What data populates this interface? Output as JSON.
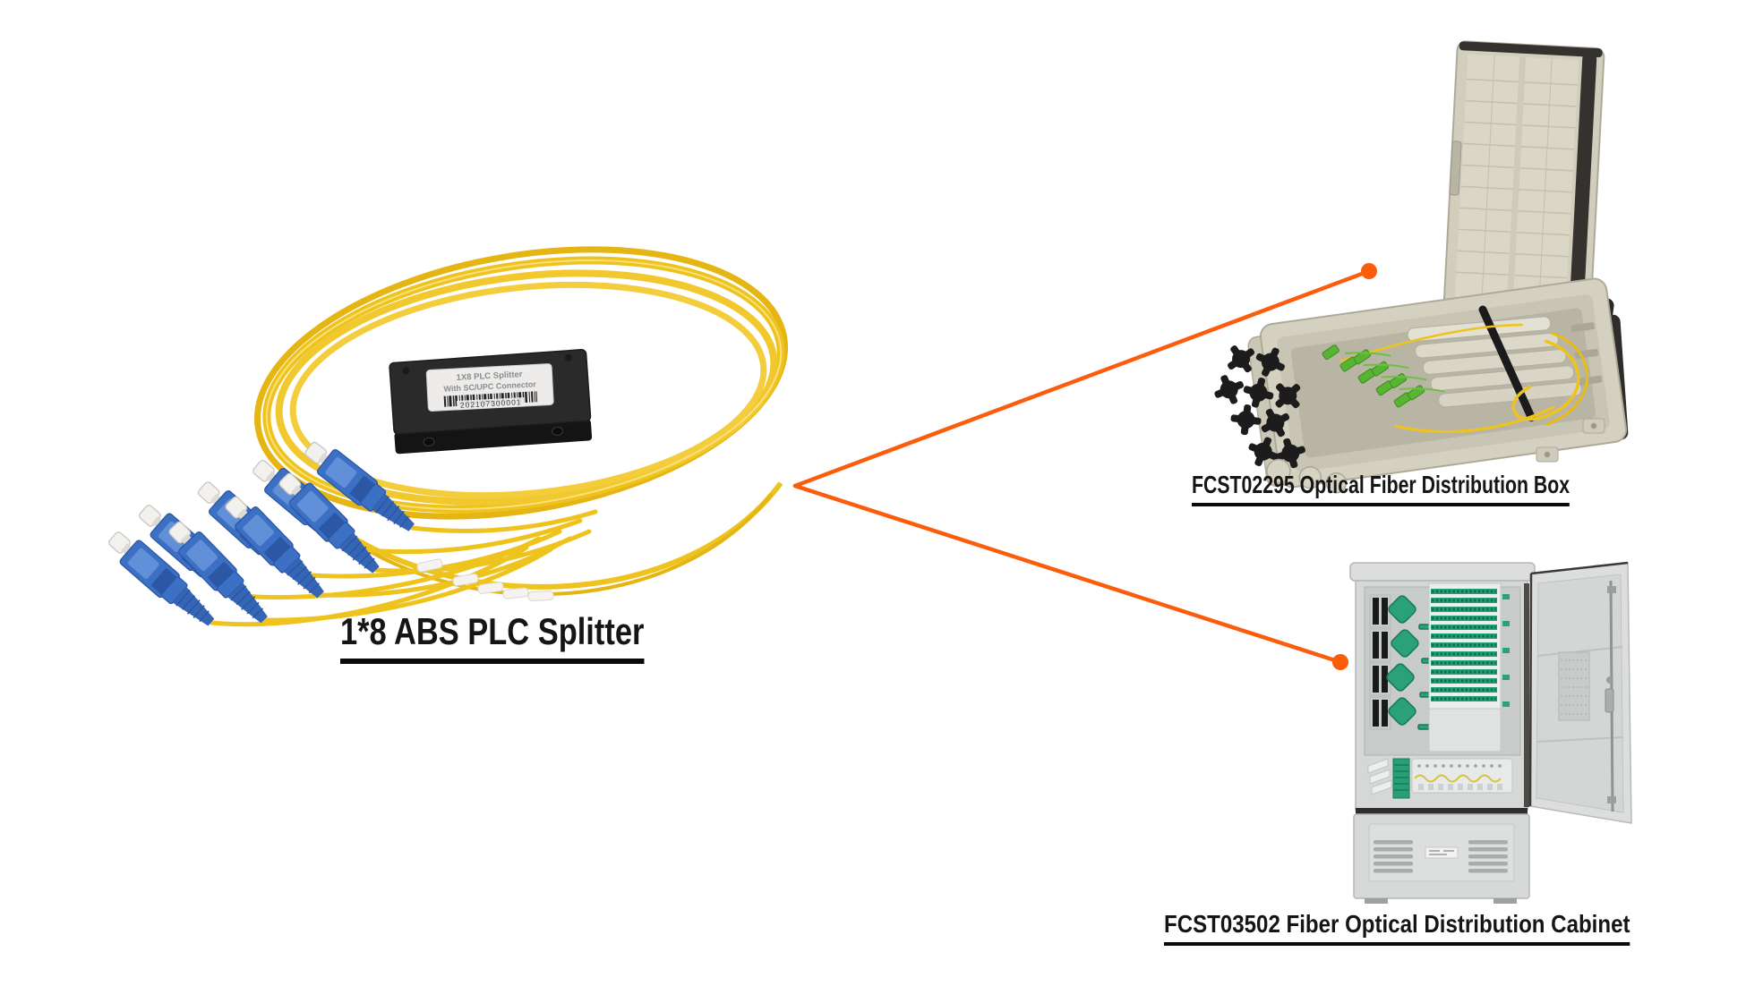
{
  "captions": {
    "splitter": "1*8 ABS PLC Splitter",
    "distribution_box": "FCST02295 Optical Fiber Distribution Box",
    "cabinet": "FCST03502 Fiber Optical Distribution Cabinet"
  },
  "splitter_box_label": {
    "line1": "1X8 PLC Splitter",
    "line2": "With SC/UPC Connector",
    "serial": "202107300001"
  },
  "splitter": {
    "connector_count": 8,
    "connector_type": "SC/UPC"
  },
  "colors": {
    "accent_orange": "#FB5D0D",
    "fiber_yellow": "#EFC31E",
    "connector_blue": "#3C70C4",
    "apc_green": "#58B531",
    "splitter_box_black": "#2A2A2A",
    "enclosure_beige": "#D5D1C1",
    "cabinet_gray": "#D6D9D8",
    "adapter_teal": "#21A078",
    "caption_text": "#151515"
  }
}
